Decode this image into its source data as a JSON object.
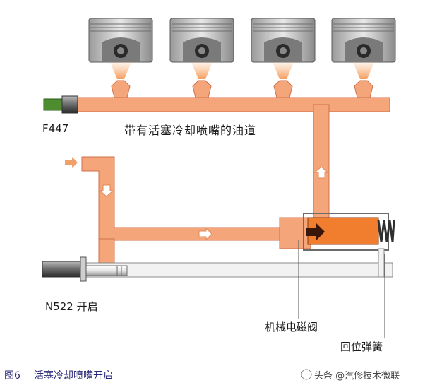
{
  "labels": {
    "sensor": "F447",
    "oil_channel": "带有活塞冷却喷嘴的油道",
    "valve_state": "N522 开启",
    "mechanical_valve": "机械电磁阀",
    "return_spring": "回位弹簧",
    "caption_number": "图6",
    "caption_title": "活塞冷却喷嘴开启",
    "watermark": "头条 @汽修技术微联"
  },
  "colors": {
    "oil": "#f4a57a",
    "oil_edge": "#d0704a",
    "spray": "#f7b27a",
    "flow_arrow": "#f2a06a",
    "valve_body": "#f07e2e",
    "valve_arrow": "#3a1608",
    "sensor_green": "#4d8d30",
    "piston": "#c8c8c8"
  },
  "pistons": [
    {
      "name": "piston-1"
    },
    {
      "name": "piston-2"
    },
    {
      "name": "piston-3"
    },
    {
      "name": "piston-4"
    }
  ]
}
